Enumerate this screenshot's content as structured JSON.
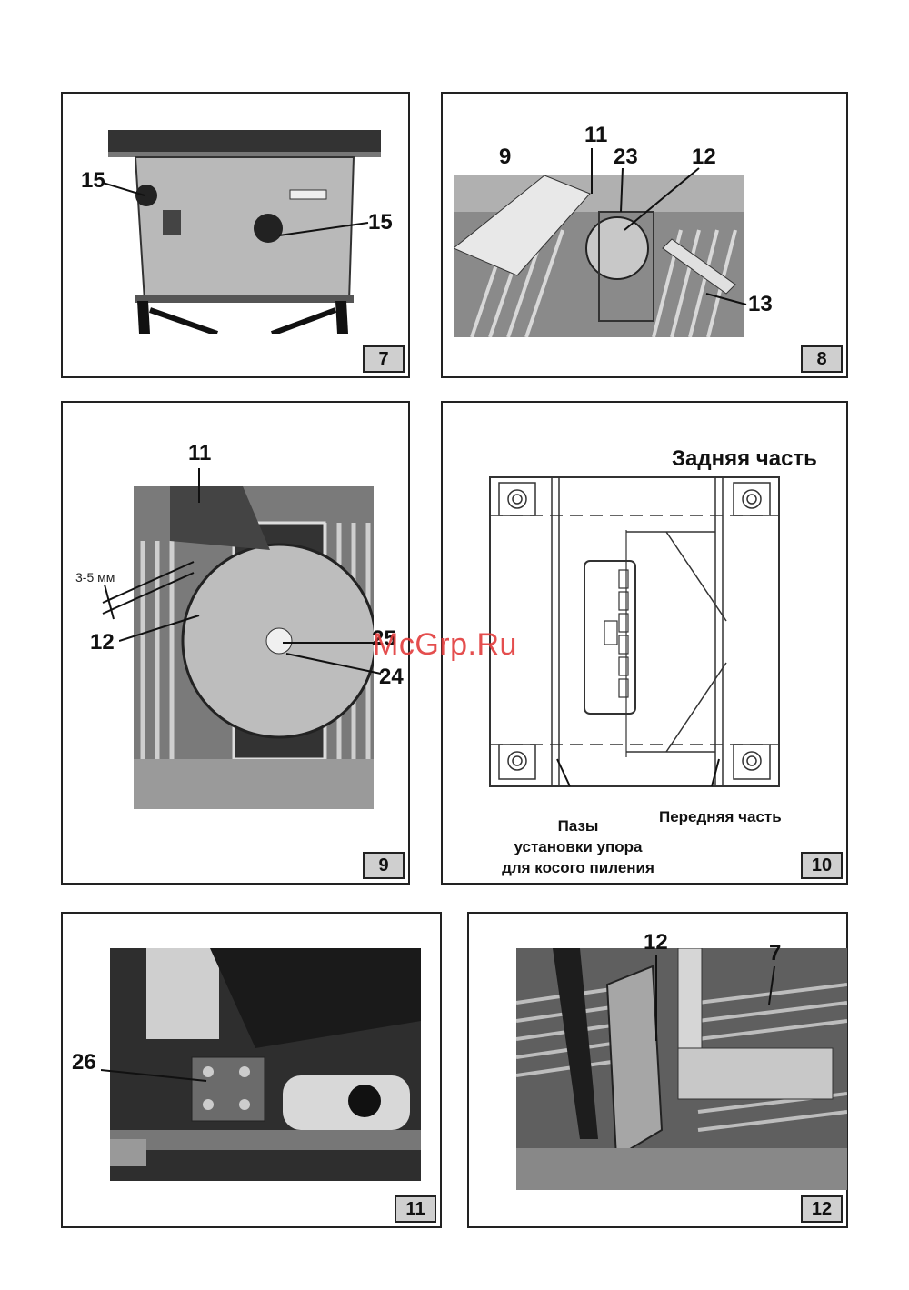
{
  "figures": [
    {
      "number": "7",
      "callouts": [
        "15",
        "15"
      ]
    },
    {
      "number": "8",
      "callouts": [
        "9",
        "11",
        "23",
        "12",
        "13"
      ]
    },
    {
      "number": "9",
      "callouts": [
        "11",
        "12",
        "25",
        "24"
      ],
      "gap_label": "3-5 мм"
    },
    {
      "number": "10",
      "title": "Задняя часть",
      "label_slots": [
        "Пазы",
        "установки упора",
        "для косого пиления"
      ],
      "label_front": "Передняя часть"
    },
    {
      "number": "11",
      "callouts": [
        "26"
      ]
    },
    {
      "number": "12",
      "callouts": [
        "12",
        "7"
      ]
    }
  ],
  "watermark": "McGrp.Ru",
  "colors": {
    "panel_border": "#222222",
    "fignum_bg": "#cfcfcf",
    "watermark": "#e23b3b"
  }
}
